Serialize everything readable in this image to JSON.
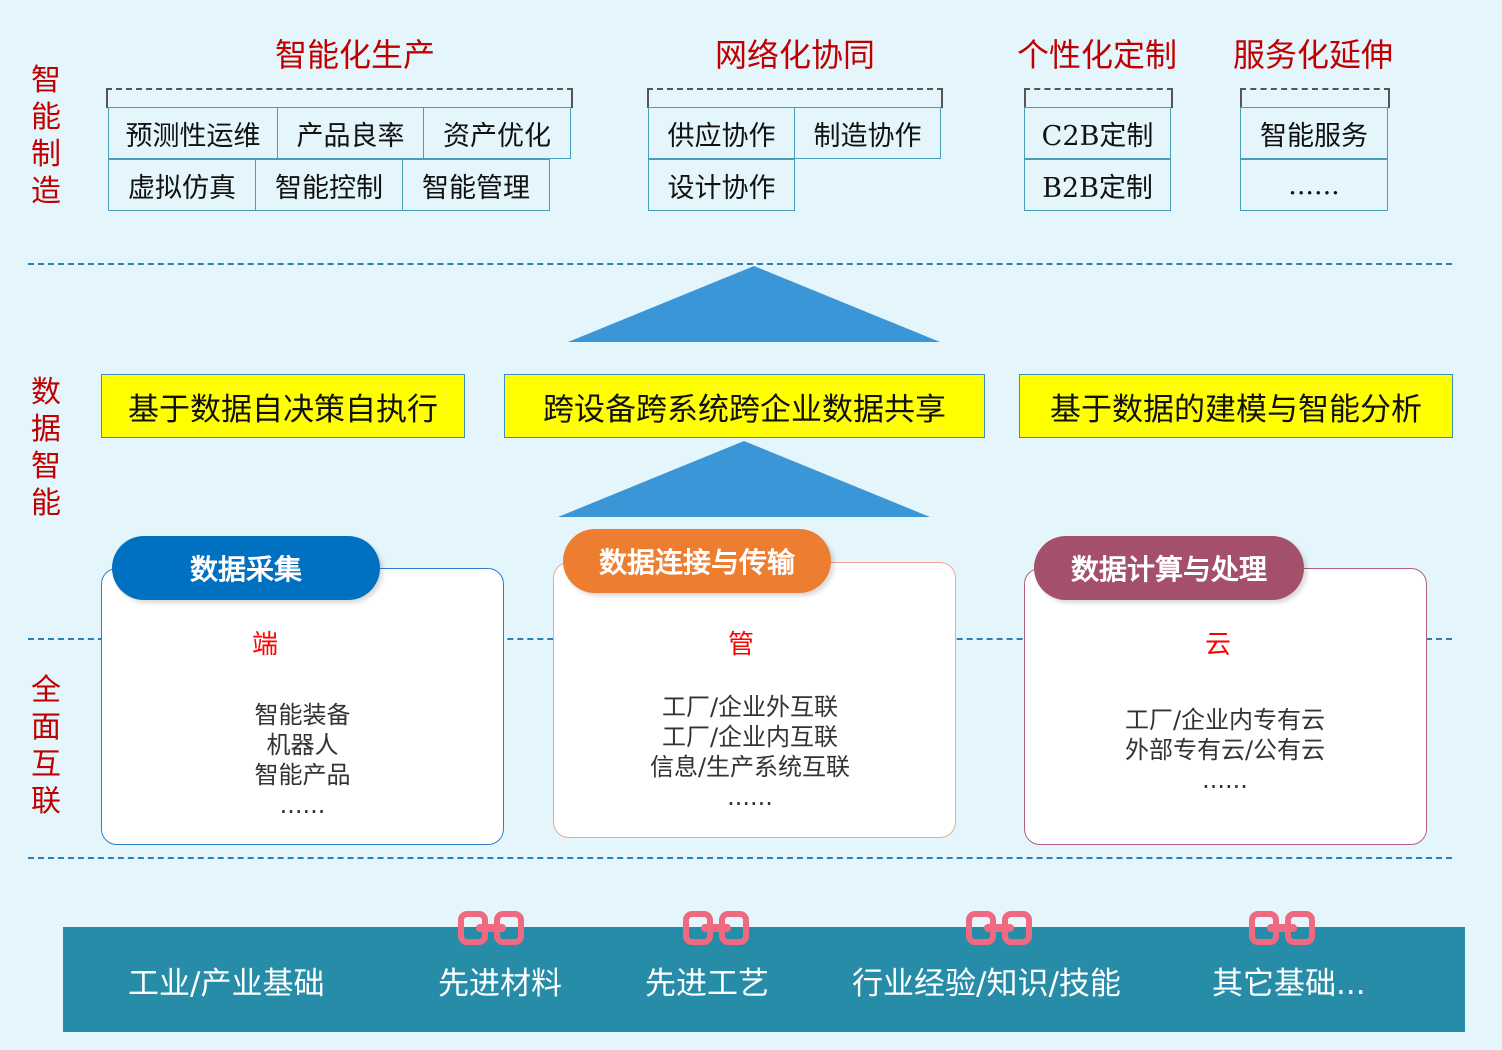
{
  "side_labels": {
    "top": "智能制造",
    "middle": "数据智能",
    "bottom": "全面互联"
  },
  "categories": [
    {
      "title": "智能化生产",
      "items": [
        "预测性运维",
        "产品良率",
        "资产优化",
        "虚拟仿真",
        "智能控制",
        "智能管理"
      ]
    },
    {
      "title": "网络化协同",
      "items": [
        "供应协作",
        "制造协作",
        "设计协作"
      ]
    },
    {
      "title": "个性化定制",
      "items": [
        "C2B定制",
        "B2B定制"
      ]
    },
    {
      "title": "服务化延伸",
      "items": [
        "智能服务",
        "......"
      ]
    }
  ],
  "data_intel": [
    "基于数据自决策自执行",
    "跨设备跨系统跨企业数据共享",
    "基于数据的建模与智能分析"
  ],
  "cards": [
    {
      "title": "数据采集",
      "tag": "端",
      "lines": [
        "智能装备",
        "机器人",
        "智能产品",
        "......"
      ],
      "color": "#0070c0"
    },
    {
      "title": "数据连接与传输",
      "tag": "管",
      "lines": [
        "工厂/企业外互联",
        "工厂/企业内互联",
        "信息/生产系统互联",
        "......"
      ],
      "color": "#ed7d31"
    },
    {
      "title": "数据计算与处理",
      "tag": "云",
      "lines": [
        "工厂/企业内专有云",
        "外部专有云/公有云",
        "......"
      ],
      "color": "#a5506a"
    }
  ],
  "foundation": [
    "工业/产业基础",
    "先进材料",
    "先进工艺",
    "行业经验/知识/技能",
    "其它基础..."
  ],
  "colors": {
    "triangle": "#3a96d6",
    "bar": "#268ca8",
    "link": "#ef6a80"
  }
}
